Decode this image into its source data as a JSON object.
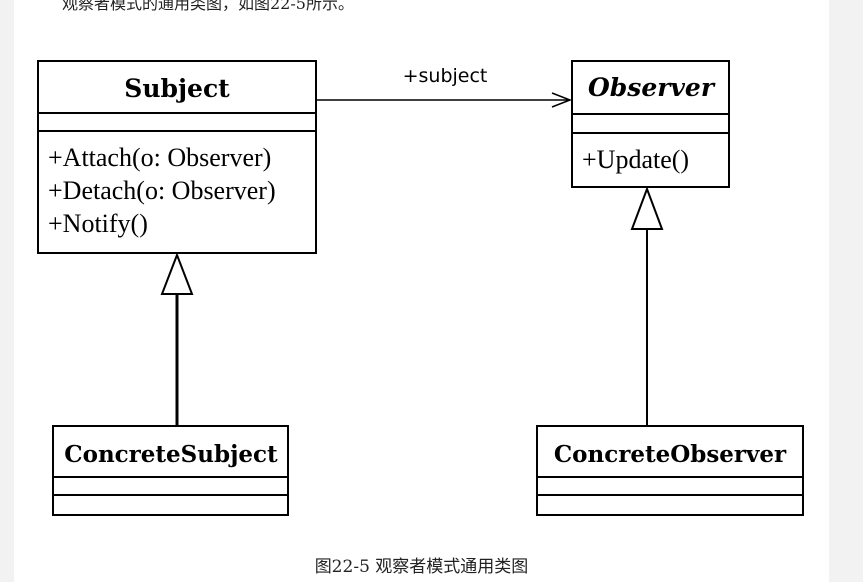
{
  "intro_text": "观察者模式的通用类图，如图22-5所示。",
  "caption": "图22-5 观察者模式通用类图",
  "diagram": {
    "classes": {
      "subject": {
        "name": "Subject",
        "methods": [
          "+Attach(o: Observer)",
          "+Detach(o: Observer)",
          "+Notify()"
        ]
      },
      "observer": {
        "name": "Observer",
        "abstract": true,
        "methods": [
          "+Update()"
        ]
      },
      "concrete_subject": {
        "name": "ConcreteSubject",
        "methods": []
      },
      "concrete_observer": {
        "name": "ConcreteObserver",
        "methods": []
      }
    },
    "relations": {
      "association_label": "+subject"
    }
  }
}
